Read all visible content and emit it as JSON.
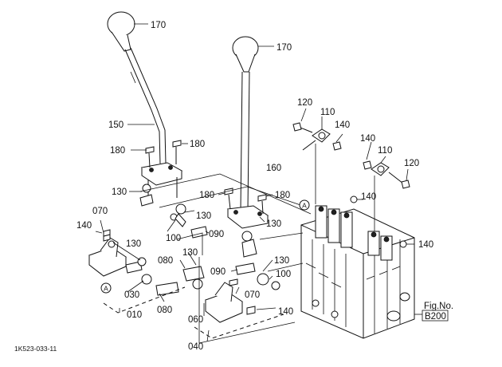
{
  "labels": {
    "p170a": "170",
    "p170b": "170",
    "p150": "150",
    "p180a": "180",
    "p180b": "180",
    "p180c": "180",
    "p180d": "180",
    "p160": "160",
    "p120a": "120",
    "p120b": "120",
    "p110a": "110",
    "p110b": "110",
    "p140a": "140",
    "p140b": "140",
    "p140c": "140",
    "p140d": "140",
    "p140e": "140",
    "p140f": "140",
    "p130a": "130",
    "p130b": "130",
    "p130c": "130",
    "p130d": "130",
    "p130e": "130",
    "p130f": "130",
    "p100a": "100",
    "p100b": "100",
    "p090a": "090",
    "p090b": "090",
    "p070a": "070",
    "p070b": "070",
    "p080a": "080",
    "p080b": "080",
    "p030": "030",
    "p010": "010",
    "p060": "060",
    "p040": "040",
    "markA1": "A",
    "markA2": "A",
    "fig_line1": "Fig.No.",
    "fig_line2": "B200",
    "drawing_code": "1K523-033-11"
  }
}
